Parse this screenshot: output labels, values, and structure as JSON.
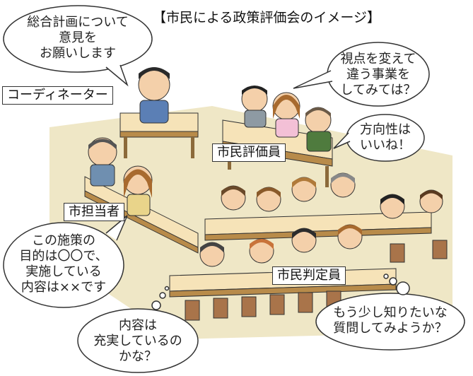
{
  "title": "【市民による政策評価会のイメージ】",
  "bubbles": {
    "top_left": "総合計画について\n意見を\nお願いします",
    "top_right": "視点を変えて\n違う事業を\nしてみては？",
    "mid_right": "方向性は\nいいね！",
    "left": "この施策の\n目的は〇〇で、\n実施している\n内容は××です",
    "bottom_left": "内容は\n充実しているの\nかな？",
    "bottom_right": "もう少し知りたいな\n質問してみようか？"
  },
  "labels": {
    "coordinator": "コーディネーター",
    "citizen_evaluators": "市民評価員",
    "city_staff": "市担当者",
    "citizen_judges": "市民判定員"
  },
  "colors": {
    "floor": "#efe7c6",
    "table_top": "#f6e3b8",
    "table_side": "#b88b4a",
    "chair": "#a9744a",
    "line": "#333333"
  }
}
